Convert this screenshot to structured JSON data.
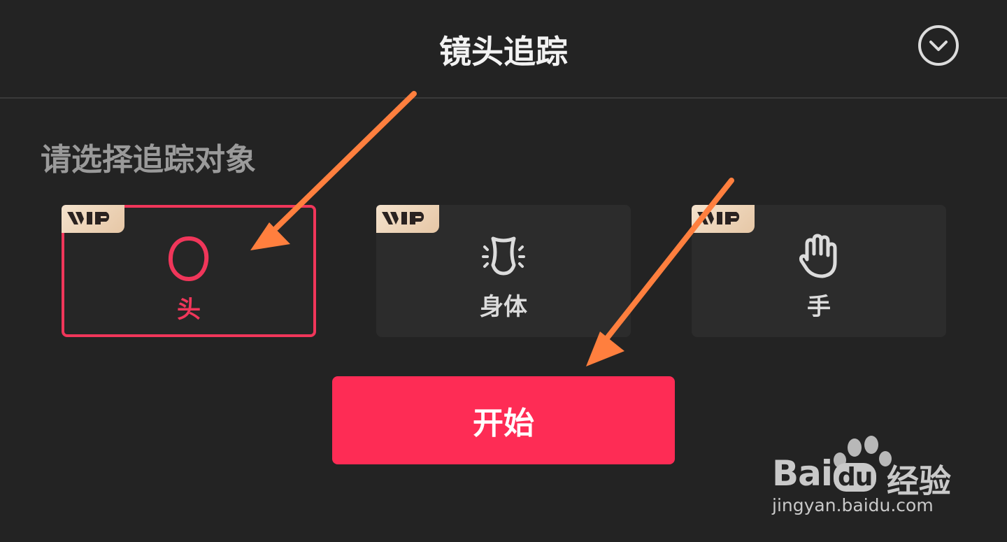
{
  "header": {
    "title": "镜头追踪",
    "collapse_icon": "chevron-down-circle-icon"
  },
  "subtitle": "请选择追踪对象",
  "options": [
    {
      "label": "头",
      "icon": "head-outline-icon",
      "badge": "VIP",
      "selected": true
    },
    {
      "label": "身体",
      "icon": "body-outline-icon",
      "badge": "VIP",
      "selected": false
    },
    {
      "label": "手",
      "icon": "hand-icon",
      "badge": "VIP",
      "selected": false
    }
  ],
  "start_button": "开始",
  "watermark": {
    "brand_latin": "Bai",
    "brand_du": "du",
    "brand_cn": "经验",
    "url": "jingyan.baidu.com"
  },
  "colors": {
    "accent": "#fe2c55",
    "selected_border": "#f0365a",
    "arrow": "#ff7f3e",
    "background": "#232323"
  }
}
